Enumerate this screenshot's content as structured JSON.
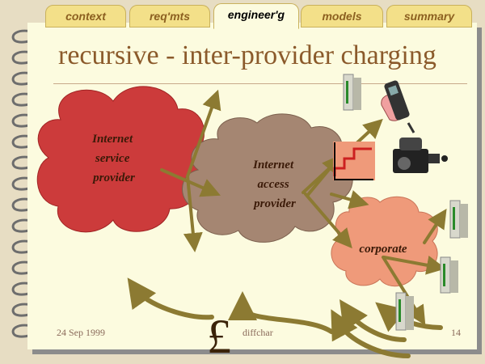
{
  "tabs": [
    "context",
    "req'mts",
    "engineer'g",
    "models",
    "summary"
  ],
  "active_tab": "engineer'g",
  "title": "recursive - inter-provider charging",
  "clouds": {
    "isp": [
      "Internet",
      "service",
      "provider"
    ],
    "iap": [
      "Internet",
      "access",
      "provider"
    ],
    "corporate": [
      "corporate"
    ]
  },
  "pound_symbol": "£",
  "footer": {
    "date": "24 Sep 1999",
    "filename": "diffchar",
    "page": "14"
  },
  "colors": {
    "isp_cloud": "#cc3b3b",
    "iap_cloud": "#a58672",
    "corporate_cloud": "#ef9a7a",
    "arrow": "#8c7a32",
    "title": "#8b5a2b",
    "tab": "#f3e089"
  },
  "icons": [
    "server-icon",
    "mobile-phone-icon",
    "video-camera-icon",
    "staircase-chart-icon",
    "pound-sign-icon"
  ]
}
